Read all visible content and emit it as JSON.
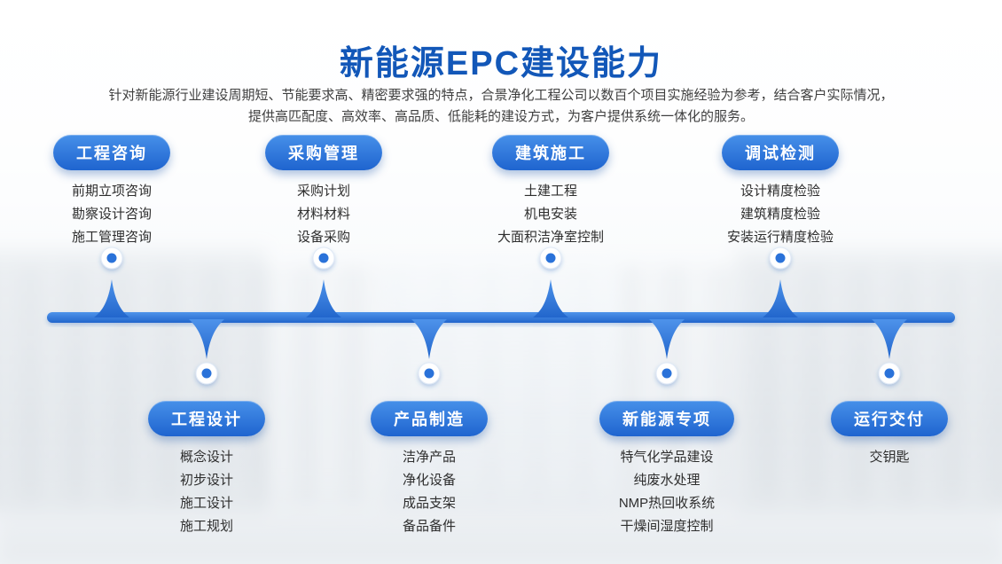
{
  "page": {
    "title": "新能源EPC建设能力",
    "description_line1": "针对新能源行业建设周期短、节能要求高、精密要求强的特点，合景净化工程公司以数百个项目实施经验为参考，结合客户实际情况，",
    "description_line2": "提供高匹配度、高效率、高品质、低能耗的建设方式，为客户提供系统一体化的服务。"
  },
  "timeline": {
    "top_items": [
      {
        "label": "工程咨询",
        "points": [
          "前期立项咨询",
          "勘察设计咨询",
          "施工管理咨询"
        ]
      },
      {
        "label": "采购管理",
        "points": [
          "采购计划",
          "材料材料",
          "设备采购"
        ]
      },
      {
        "label": "建筑施工",
        "points": [
          "土建工程",
          "机电安装",
          "大面积洁净室控制"
        ]
      },
      {
        "label": "调试检测",
        "points": [
          "设计精度检验",
          "建筑精度检验",
          "安装运行精度检验"
        ]
      }
    ],
    "bottom_items": [
      {
        "label": "工程设计",
        "points": [
          "概念设计",
          "初步设计",
          "施工设计",
          "施工规划"
        ]
      },
      {
        "label": "产品制造",
        "points": [
          "洁净产品",
          "净化设备",
          "成品支架",
          "备品备件"
        ]
      },
      {
        "label": "新能源专项",
        "points": [
          "特气化学品建设",
          "纯废水处理",
          "NMP热回收系统",
          "干燥间湿度控制"
        ]
      },
      {
        "label": "运行交付",
        "points": [
          "交钥匙"
        ]
      }
    ]
  },
  "colors": {
    "accent_blue": "#2a72d9",
    "title_blue": "#1257b8",
    "pill_gradient_top": "#4690e9",
    "pill_gradient_bottom": "#1f64cf",
    "body_text": "#2e2e2e"
  }
}
